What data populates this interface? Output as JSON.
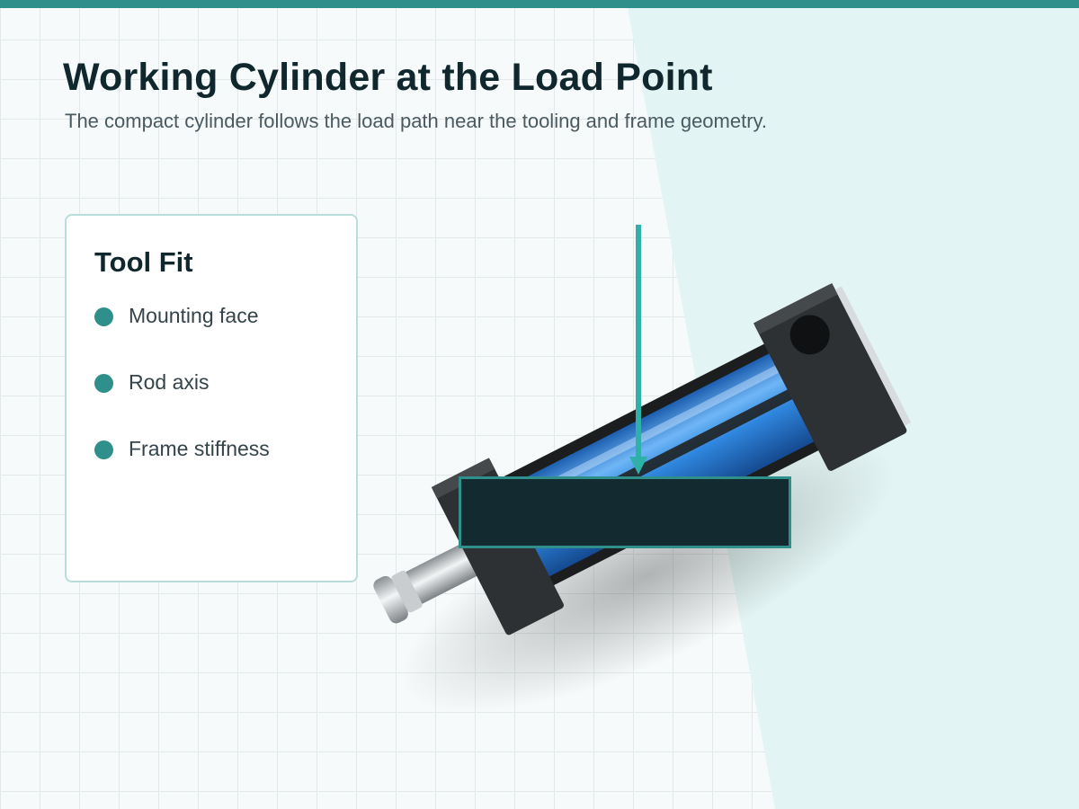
{
  "header": {
    "title": "Working Cylinder at the Load Point",
    "subtitle": "The compact cylinder follows the load path near the tooling and frame geometry."
  },
  "card": {
    "title": "Tool Fit",
    "items": [
      {
        "label": "Mounting face"
      },
      {
        "label": "Rod axis"
      },
      {
        "label": "Frame stiffness"
      }
    ]
  },
  "callout": {
    "label": ""
  },
  "colors": {
    "accent": "#2f8f8a",
    "panel": "#e2f4f3",
    "cylinder_blue": "#2f86de",
    "end_cap": "#2e3133",
    "callout_fill": "#132a30"
  }
}
